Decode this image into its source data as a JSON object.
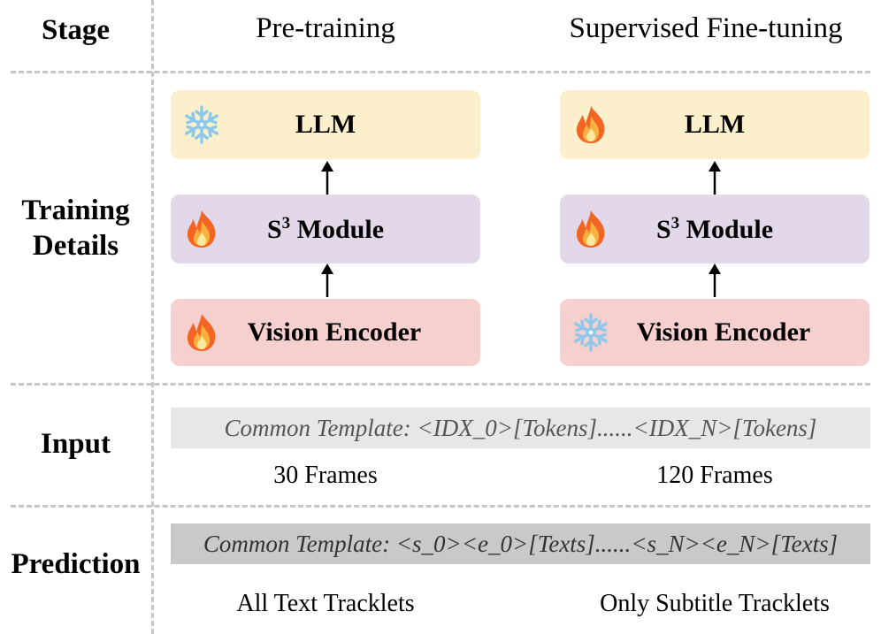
{
  "columns": {
    "stage_label": "Stage",
    "pretraining": "Pre-training",
    "sft": "Supervised Fine-tuning"
  },
  "rows": {
    "training_details_line1": "Training",
    "training_details_line2": "Details",
    "input": "Input",
    "prediction": "Prediction"
  },
  "pretraining": {
    "llm": {
      "label": "LLM",
      "icon": "snowflake-icon",
      "state": "frozen"
    },
    "s3": {
      "label_main": "S",
      "label_sup": "3",
      "label_rest": " Module",
      "icon": "fire-icon",
      "state": "trainable"
    },
    "vision_encoder": {
      "label": "Vision Encoder",
      "icon": "fire-icon",
      "state": "trainable"
    },
    "frames": "30 Frames",
    "prediction_desc": "All Text Tracklets"
  },
  "sft": {
    "llm": {
      "label": "LLM",
      "icon": "fire-icon",
      "state": "trainable"
    },
    "s3": {
      "label_main": "S",
      "label_sup": "3",
      "label_rest": " Module",
      "icon": "fire-icon",
      "state": "trainable"
    },
    "vision_encoder": {
      "label": "Vision Encoder",
      "icon": "snowflake-icon",
      "state": "frozen"
    },
    "frames": "120 Frames",
    "prediction_desc": "Only Subtitle Tracklets"
  },
  "templates": {
    "input": "Common Template: <IDX_0>[Tokens]......<IDX_N>[Tokens]",
    "prediction": "Common Template: <s_0><e_0>[Texts]......<s_N><e_N>[Texts]"
  },
  "colors": {
    "llm_box": "#fcf0cc",
    "s3_box": "#e3d8ea",
    "vision_box": "#f6d0cf",
    "input_template_bg": "#e7e7e7",
    "prediction_template_bg": "#c9c9c9",
    "divider": "#c6c6c6",
    "fire": "#f26522",
    "snowflake": "#8cc8ea"
  }
}
